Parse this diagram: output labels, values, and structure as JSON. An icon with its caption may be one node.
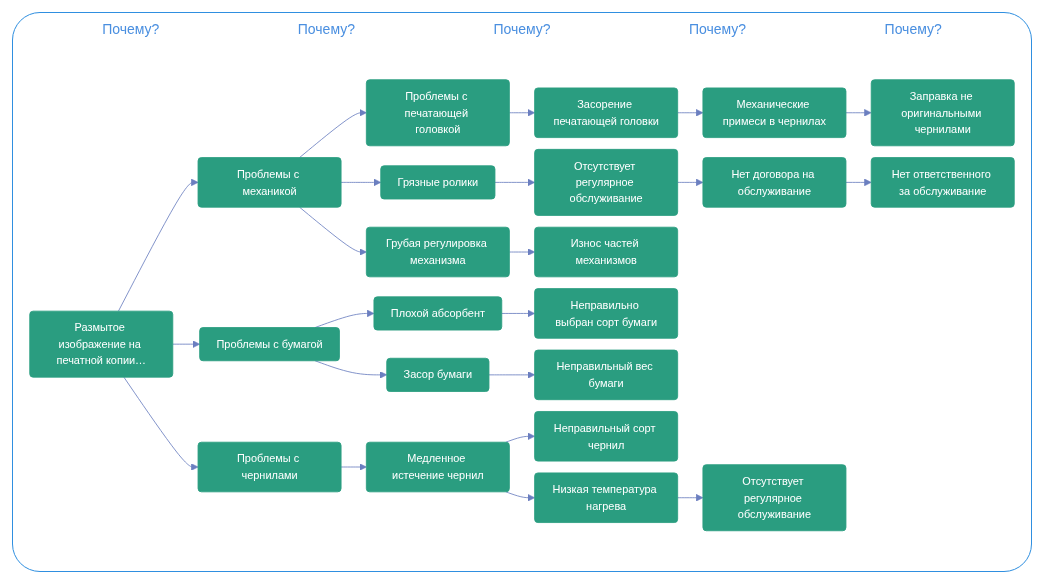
{
  "diagram": {
    "nodes": [
      {
        "text": [
          "Размытое изображение на печатной копии…"
        ]
      },
      {
        "text": [
          "Проблемы с механикой"
        ]
      },
      {
        "text": [
          "Проблемы с печатающей головкой"
        ]
      },
      {
        "text": [
          "Засорение печатающей головки"
        ]
      },
      {
        "text": [
          "Механические примеси в чернилах"
        ]
      },
      {
        "text": [
          "Заправка не оригинальными чернилами"
        ]
      },
      {
        "text": [
          "Грязные ролики"
        ]
      },
      {
        "text": [
          "Отсутствует регулярное обслуживание"
        ]
      },
      {
        "text": [
          "Нет договора на обслуживание"
        ]
      },
      {
        "text": [
          "Нет ответственного за обслуживание"
        ]
      },
      {
        "text": [
          "Грубая регулировка механизма"
        ]
      },
      {
        "text": [
          "Износ частей механизмов"
        ]
      },
      {
        "text": [
          "Проблемы с бумагой"
        ]
      },
      {
        "text": [
          "Плохой абсорбент"
        ]
      },
      {
        "text": [
          "Неправильно выбран сорт бумаги"
        ]
      },
      {
        "text": [
          "Засор бумаги"
        ]
      },
      {
        "text": [
          "Неправильный вес бумаги"
        ]
      },
      {
        "text": [
          "Проблемы с чернилами"
        ]
      },
      {
        "text": [
          "Медленное истечение чернил"
        ]
      },
      {
        "text": [
          "Неправильный сорт чернил"
        ]
      },
      {
        "text": [
          "Низкая температура нагрева"
        ]
      },
      {
        "text": [
          "Отсутствует регулярное обслуживание"
        ]
      }
    ],
    "edges": [
      {
        "from": 0,
        "to": 1,
        "arrow": "to"
      },
      {
        "from": 0,
        "to": 12,
        "arrow": "to"
      },
      {
        "from": 0,
        "to": 17,
        "arrow": "to"
      },
      {
        "from": 1,
        "to": 2,
        "arrow": "to"
      },
      {
        "from": 1,
        "to": 6,
        "arrow": "to"
      },
      {
        "from": 1,
        "to": 10,
        "arrow": "to"
      },
      {
        "from": 2,
        "to": 3,
        "arrow": "to"
      },
      {
        "from": 3,
        "to": 4,
        "arrow": "to"
      },
      {
        "from": 4,
        "to": 5,
        "arrow": "to"
      },
      {
        "from": 6,
        "to": 7,
        "arrow": "to"
      },
      {
        "from": 7,
        "to": 8,
        "arrow": "to"
      },
      {
        "from": 8,
        "to": 9,
        "arrow": "to"
      },
      {
        "from": 10,
        "to": 11,
        "arrow": "to"
      },
      {
        "from": 12,
        "to": 13,
        "arrow": "to"
      },
      {
        "from": 12,
        "to": 15,
        "arrow": "to"
      },
      {
        "from": 13,
        "to": 14,
        "arrow": "to"
      },
      {
        "from": 15,
        "to": 16,
        "arrow": "to"
      },
      {
        "from": 17,
        "to": 18,
        "arrow": "to"
      },
      {
        "from": 18,
        "to": 19,
        "arrow": "to"
      },
      {
        "from": 18,
        "to": 20,
        "arrow": "to"
      },
      {
        "from": 20,
        "to": 21,
        "arrow": "to"
      }
    ],
    "labels": [
      "Почему?",
      "Почему?",
      "Почему?",
      "Почему?",
      "Почему?"
    ]
  }
}
